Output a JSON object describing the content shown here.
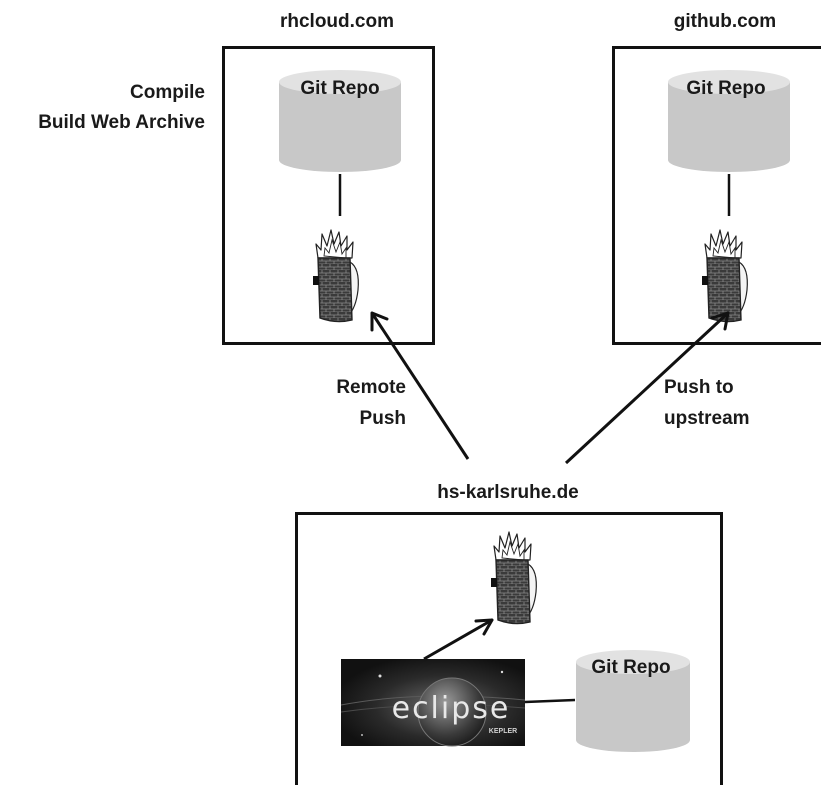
{
  "hosts": {
    "rhcloud": {
      "title": "rhcloud.com",
      "repo_label": "Git Repo"
    },
    "github": {
      "title": "github.com",
      "repo_label": "Git Repo"
    },
    "hska": {
      "title": "hs-karlsruhe.de",
      "repo_label": "Git Repo"
    }
  },
  "steps": {
    "compile_line1": "Compile",
    "compile_line2": "Build Web Archive",
    "remote_push_line1": "Remote",
    "remote_push_line2": "Push",
    "push_upstream_line1": "Push to",
    "push_upstream_line2": "upstream"
  },
  "eclipse_logo": {
    "word": "eclipse",
    "edition": "KEPLER"
  },
  "icons": {
    "repository": "database-cylinder-icon",
    "firewall": "brick-firewall-icon",
    "ide": "eclipse-logo-icon"
  },
  "colors": {
    "cylinder": "#c8c8c8",
    "cylinder_edge": "#e2e2e2",
    "box_border": "#111111",
    "firewall_brick": "#3c3c3c",
    "logo_bg": "#1c1c1c"
  }
}
